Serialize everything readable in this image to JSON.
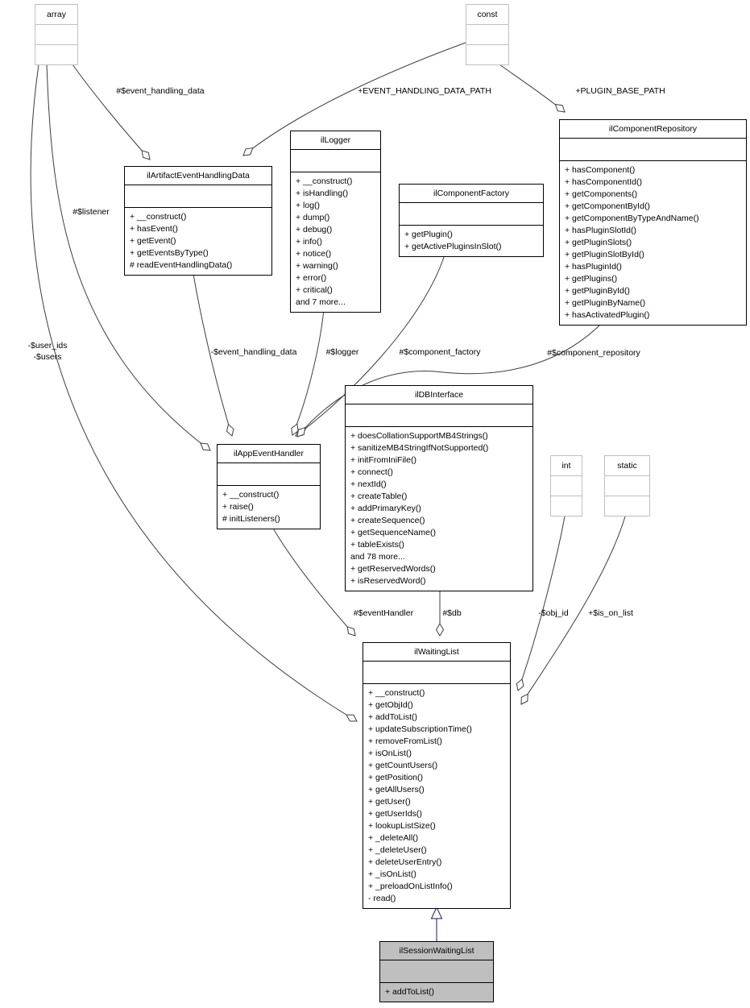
{
  "diagram": {
    "title": "ilSessionWaitingList collaboration diagram",
    "colors": {
      "edge": "#3d3d3d",
      "inheritance_edge": "#191970",
      "node_border": "#000000",
      "external_node_border": "#bfbfbf",
      "node_fill": "#ffffff",
      "highlight_node_fill": "#bfbfbf"
    },
    "classes": {
      "array": {
        "title": "array",
        "methods": []
      },
      "const": {
        "title": "const",
        "methods": []
      },
      "int": {
        "title": "int",
        "methods": []
      },
      "static": {
        "title": "static",
        "methods": []
      },
      "ilArtifactEventHandlingData": {
        "title": "ilArtifactEventHandlingData",
        "methods": [
          "+ __construct()",
          "+ hasEvent()",
          "+ getEvent()",
          "+ getEventsByType()",
          "# readEventHandlingData()"
        ]
      },
      "ilLogger": {
        "title": "ilLogger",
        "methods": [
          "+ __construct()",
          "+ isHandling()",
          "+ log()",
          "+ dump()",
          "+ debug()",
          "+ info()",
          "+ notice()",
          "+ warning()",
          "+ error()",
          "+ critical()",
          "and 7 more..."
        ]
      },
      "ilComponentFactory": {
        "title": "ilComponentFactory",
        "methods": [
          "+ getPlugin()",
          "+ getActivePluginsInSlot()"
        ]
      },
      "ilComponentRepository": {
        "title": "ilComponentRepository",
        "methods": [
          "+ hasComponent()",
          "+ hasComponentId()",
          "+ getComponents()",
          "+ getComponentById()",
          "+ getComponentByTypeAndName()",
          "+ hasPluginSlotId()",
          "+ getPluginSlots()",
          "+ getPluginSlotById()",
          "+ hasPluginId()",
          "+ getPlugins()",
          "+ getPluginById()",
          "+ getPluginByName()",
          "+ hasActivatedPlugin()"
        ]
      },
      "ilDBInterface": {
        "title": "ilDBInterface",
        "methods": [
          "+ doesCollationSupportMB4Strings()",
          "+ sanitizeMB4StringIfNotSupported()",
          "+ initFromIniFile()",
          "+ connect()",
          "+ nextId()",
          "+ createTable()",
          "+ addPrimaryKey()",
          "+ createSequence()",
          "+ getSequenceName()",
          "+ tableExists()",
          "and 78 more...",
          "+ getReservedWords()",
          "+ isReservedWord()"
        ]
      },
      "ilAppEventHandler": {
        "title": "ilAppEventHandler",
        "methods": [
          "+ __construct()",
          "+ raise()",
          "# initListeners()"
        ]
      },
      "ilWaitingList": {
        "title": "ilWaitingList",
        "methods": [
          "+ __construct()",
          "+ getObjId()",
          "+ addToList()",
          "+ updateSubscriptionTime()",
          "+ removeFromList()",
          "+ isOnList()",
          "+ getCountUsers()",
          "+ getPosition()",
          "+ getAllUsers()",
          "+ getUser()",
          "+ getUserIds()",
          "+ lookupListSize()",
          "+ _deleteAll()",
          "+ _deleteUser()",
          "+ deleteUserEntry()",
          "+ _isOnList()",
          "+ _preloadOnListInfo()",
          "- read()"
        ]
      },
      "ilSessionWaitingList": {
        "title": "ilSessionWaitingList",
        "methods": [
          "+ addToList()"
        ]
      }
    },
    "labels": {
      "event_handling_data": "#$event_handling_data",
      "event_handling_data_path": "+EVENT_HANDLING_DATA_PATH",
      "plugin_base_path": "+PLUGIN_BASE_PATH",
      "listener": "#$listener",
      "user_ids_users": "-$user_ids\n-$users",
      "event_handling_data_attr": "-$event_handling_data",
      "logger": "#$logger",
      "component_factory": "#$component_factory",
      "component_repository": "#$component_repository",
      "event_handler": "#$eventHandler",
      "db": "#$db",
      "obj_id": "-$obj_id",
      "is_on_list": "+$is_on_list"
    }
  }
}
